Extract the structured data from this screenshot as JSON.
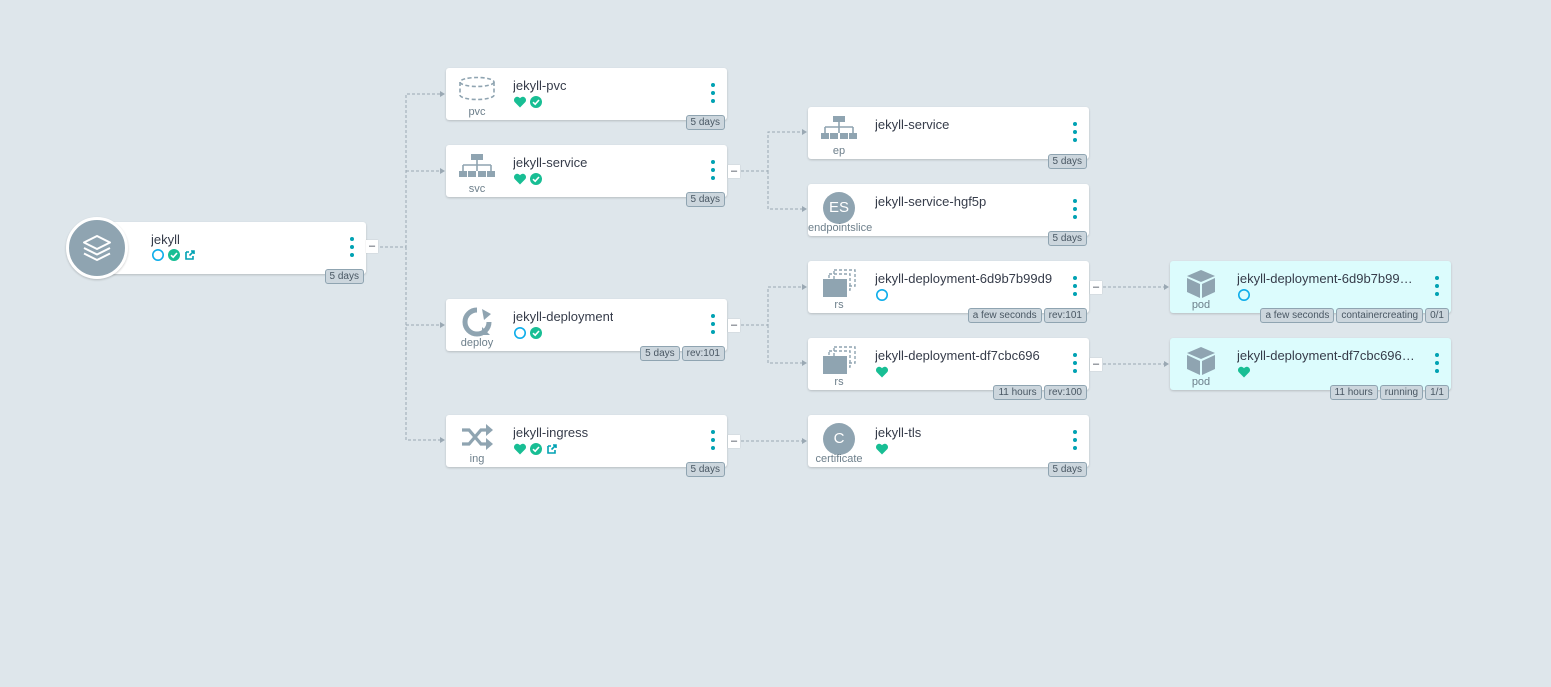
{
  "colors": {
    "background": "#dee6eb",
    "healthy": "#18be94",
    "progressing": "#0dadea",
    "link": "#00a2b3",
    "icon": "#8fa4b1",
    "pod_bg": "#dcfcfd"
  },
  "app": {
    "title": "jekyll",
    "icon": "layers-icon",
    "status": [
      "progressing-icon",
      "synced-icon",
      "external-link-icon"
    ],
    "tags": [
      "5 days"
    ],
    "collapse": "–"
  },
  "nodes": {
    "pvc": {
      "title": "jekyll-pvc",
      "kind": "pvc",
      "icon": "pvc-icon",
      "status": [
        "healthy-heart-icon",
        "synced-icon"
      ],
      "tags": [
        "5 days"
      ]
    },
    "svc": {
      "title": "jekyll-service",
      "kind": "svc",
      "icon": "service-icon",
      "status": [
        "healthy-heart-icon",
        "synced-icon"
      ],
      "tags": [
        "5 days"
      ],
      "collapse": "–"
    },
    "deploy": {
      "title": "jekyll-deployment",
      "kind": "deploy",
      "icon": "deployment-icon",
      "status": [
        "progressing-icon",
        "synced-icon"
      ],
      "tags": [
        "5 days",
        "rev:101"
      ],
      "collapse": "–"
    },
    "ing": {
      "title": "jekyll-ingress",
      "kind": "ing",
      "icon": "ingress-icon",
      "status": [
        "healthy-heart-icon",
        "synced-icon",
        "external-link-icon"
      ],
      "tags": [
        "5 days"
      ],
      "collapse": "–"
    },
    "ep": {
      "title": "jekyll-service",
      "kind": "ep",
      "icon": "endpoint-icon",
      "status": [],
      "tags": [
        "5 days"
      ]
    },
    "es": {
      "title": "jekyll-service-hgf5p",
      "kind": "endpointslice",
      "icon": "endpointslice-icon",
      "letter": "ES",
      "status": [],
      "tags": [
        "5 days"
      ]
    },
    "rs1": {
      "title": "jekyll-deployment-6d9b7b99d9",
      "kind": "rs",
      "icon": "replicaset-icon",
      "status": [
        "progressing-icon"
      ],
      "tags": [
        "a few seconds",
        "rev:101"
      ],
      "collapse": "–"
    },
    "rs2": {
      "title": "jekyll-deployment-df7cbc696",
      "kind": "rs",
      "icon": "replicaset-icon",
      "status": [
        "healthy-heart-icon"
      ],
      "tags": [
        "11 hours",
        "rev:100"
      ],
      "collapse": "–"
    },
    "cert": {
      "title": "jekyll-tls",
      "kind": "certificate",
      "icon": "certificate-icon",
      "letter": "C",
      "status": [
        "healthy-heart-icon"
      ],
      "tags": [
        "5 days"
      ]
    },
    "pod1": {
      "title": "jekyll-deployment-6d9b7b99d…",
      "kind": "pod",
      "icon": "pod-icon",
      "status": [
        "progressing-icon"
      ],
      "tags": [
        "a few seconds",
        "containercreating",
        "0/1"
      ]
    },
    "pod2": {
      "title": "jekyll-deployment-df7cbc696-…",
      "kind": "pod",
      "icon": "pod-icon",
      "status": [
        "healthy-heart-icon"
      ],
      "tags": [
        "11 hours",
        "running",
        "1/1"
      ]
    }
  }
}
